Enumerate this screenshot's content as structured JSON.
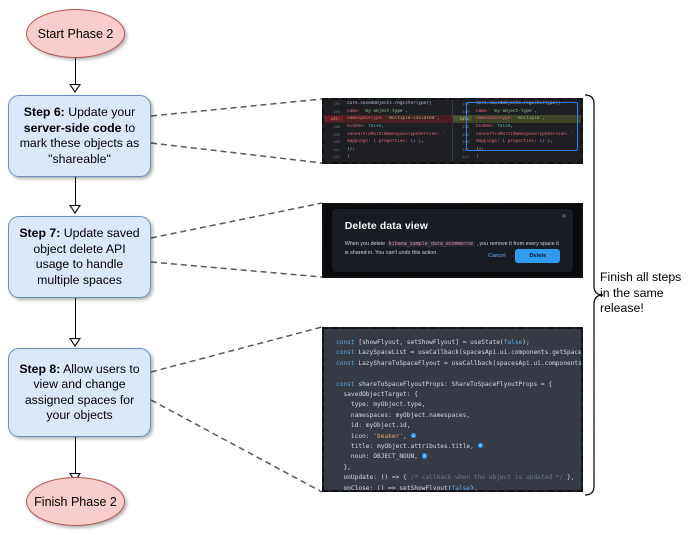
{
  "flow": {
    "start": {
      "label": "Start Phase 2"
    },
    "finish": {
      "label": "Finish Phase 2"
    },
    "steps": [
      {
        "id": "step6",
        "num": "Step 6:",
        "text": " Update your ",
        "bold": "server-side code",
        "text2": " to mark these objects as \"shareable\""
      },
      {
        "id": "step7",
        "num": "Step 7:",
        "text": " Update saved object delete API usage to handle multiple spaces"
      },
      {
        "id": "step8",
        "num": "Step 8:",
        "text": " Allow users to view and change assigned spaces for your objects"
      }
    ]
  },
  "note": {
    "line1": "Finish all steps",
    "line2": "in the same",
    "line3": "release!"
  },
  "diff": {
    "left": [
      {
        "n": "135",
        "tokens": [
          {
            "t": "core.savedObjects.registerType({",
            "c": "k-plain"
          }
        ]
      },
      {
        "n": "136",
        "tokens": [
          {
            "t": "  name: ",
            "c": "k-prop"
          },
          {
            "t": "'my-object-type'",
            "c": "k-str"
          },
          {
            "t": ",",
            "c": "k-punct"
          }
        ]
      },
      {
        "n": "137",
        "mark": "-",
        "state": "del",
        "tokens": [
          {
            "t": "  namespaceType: ",
            "c": "k-prop"
          },
          {
            "t": "'multiple-isolated'",
            "c": "k-str"
          },
          {
            "t": ",",
            "c": "k-punct"
          }
        ]
      },
      {
        "n": "138",
        "tokens": [
          {
            "t": "  hidden: ",
            "c": "k-prop"
          },
          {
            "t": "false",
            "c": "k-val"
          },
          {
            "t": ",",
            "c": "k-punct"
          }
        ]
      },
      {
        "n": "139",
        "tokens": [
          {
            "t": "  convertToMultiNamespaceTypeVersion: ",
            "c": "k-prop"
          },
          {
            "t": "'",
            "c": "k-str"
          }
        ]
      },
      {
        "n": "140",
        "tokens": [
          {
            "t": "  mappings: ",
            "c": "k-prop"
          },
          {
            "t": "{ ",
            "c": "k-mag"
          },
          {
            "t": "properties",
            "c": "k-prop"
          },
          {
            "t": ": {} }",
            "c": "k-mag"
          },
          {
            "t": ",",
            "c": "k-punct"
          }
        ]
      },
      {
        "n": "141",
        "tokens": [
          {
            "t": "});",
            "c": "k-plain"
          }
        ]
      },
      {
        "n": "142",
        "tokens": [
          {
            "t": "}",
            "c": "k-fn"
          }
        ]
      }
    ],
    "right": [
      {
        "n": "135",
        "tokens": [
          {
            "t": "core.savedObjects.registerType({",
            "c": "k-plain"
          }
        ]
      },
      {
        "n": "136",
        "tokens": [
          {
            "t": "  name: ",
            "c": "k-prop"
          },
          {
            "t": "'my-object-type'",
            "c": "k-str"
          },
          {
            "t": ",",
            "c": "k-punct"
          }
        ]
      },
      {
        "n": "137",
        "mark": "+",
        "state": "add",
        "tokens": [
          {
            "t": "  namespaceType: ",
            "c": "k-prop"
          },
          {
            "t": "'multiple'",
            "c": "k-str"
          },
          {
            "t": ",",
            "c": "k-punct"
          }
        ]
      },
      {
        "n": "138",
        "tokens": [
          {
            "t": "  hidden: ",
            "c": "k-prop"
          },
          {
            "t": "false",
            "c": "k-val"
          },
          {
            "t": ",",
            "c": "k-punct"
          }
        ]
      },
      {
        "n": "139",
        "tokens": [
          {
            "t": "  convertToMultiNamespaceTypeVersion: ",
            "c": "k-prop"
          },
          {
            "t": "'",
            "c": "k-str"
          }
        ]
      },
      {
        "n": "140",
        "tokens": [
          {
            "t": "  mappings: ",
            "c": "k-prop"
          },
          {
            "t": "{ ",
            "c": "k-mag"
          },
          {
            "t": "properties",
            "c": "k-prop"
          },
          {
            "t": ": {} }",
            "c": "k-mag"
          },
          {
            "t": ",",
            "c": "k-punct"
          }
        ]
      },
      {
        "n": "141",
        "tokens": [
          {
            "t": "});",
            "c": "k-plain"
          }
        ]
      },
      {
        "n": "142",
        "tokens": [
          {
            "t": "}",
            "c": "k-fn"
          }
        ]
      }
    ]
  },
  "modal": {
    "title": "Delete data view",
    "close_label": "✕",
    "body_pre": "When you delete ",
    "body_code": "kibana_sample_data_ecommerce",
    "body_post": " , you remove it from every space it is shared in. You can't undo this action.",
    "cancel_label": "Cancel",
    "delete_label": "Delete"
  },
  "react_code": {
    "lines": [
      [
        {
          "t": "const ",
          "c": "c-kw"
        },
        {
          "t": "[showFlyout, setShowFlyout] = useState(",
          "c": ""
        },
        {
          "t": "false",
          "c": "c-blue"
        },
        {
          "t": ");",
          "c": ""
        }
      ],
      [
        {
          "t": "const ",
          "c": "c-kw"
        },
        {
          "t": "LazySpaceList = useCallback(spacesApi.ui.components.getSpaceLis",
          "c": ""
        }
      ],
      [
        {
          "t": "const ",
          "c": "c-kw"
        },
        {
          "t": "LazyShareToSpaceFlyout = useCallback(spacesApi.ui.components.g",
          "c": ""
        }
      ],
      [
        {
          "t": "",
          "c": ""
        }
      ],
      [
        {
          "t": "const ",
          "c": "c-kw"
        },
        {
          "t": "shareToSpaceFlyoutProps: ShareToSpaceFlyoutProps = {",
          "c": ""
        }
      ],
      [
        {
          "t": "  savedObjectTarget: {",
          "c": ""
        }
      ],
      [
        {
          "t": "    type: myObject.type,",
          "c": ""
        }
      ],
      [
        {
          "t": "    namespaces: myObject.namespaces,",
          "c": ""
        }
      ],
      [
        {
          "t": "    id: myObject.id,",
          "c": ""
        }
      ],
      [
        {
          "t": "    icon: ",
          "c": ""
        },
        {
          "t": "'beaker'",
          "c": "c-str"
        },
        {
          "t": ", ",
          "c": ""
        },
        {
          "t": "1",
          "c": "badge"
        }
      ],
      [
        {
          "t": "    title: myObject.attributes.title, ",
          "c": ""
        },
        {
          "t": "2",
          "c": "badge"
        }
      ],
      [
        {
          "t": "    noun: OBJECT_NOUN, ",
          "c": ""
        },
        {
          "t": "3",
          "c": "badge"
        }
      ],
      [
        {
          "t": "  },",
          "c": ""
        }
      ],
      [
        {
          "t": "  onUpdate: () => { ",
          "c": ""
        },
        {
          "t": "/* callback when the object is updated */",
          "c": "c-cmt"
        },
        {
          "t": " },",
          "c": ""
        }
      ],
      [
        {
          "t": "  onClose: () => setShowFlyout(",
          "c": ""
        },
        {
          "t": "false",
          "c": "c-blue"
        },
        {
          "t": "),",
          "c": ""
        }
      ],
      [
        {
          "t": "};",
          "c": ""
        }
      ]
    ]
  },
  "colors": {
    "ellipse_fill": "#f8cecc",
    "ellipse_stroke": "#b85450",
    "step_fill": "#dae8fc",
    "step_stroke": "#6c8ebf",
    "accent_blue": "#2e9af0"
  }
}
